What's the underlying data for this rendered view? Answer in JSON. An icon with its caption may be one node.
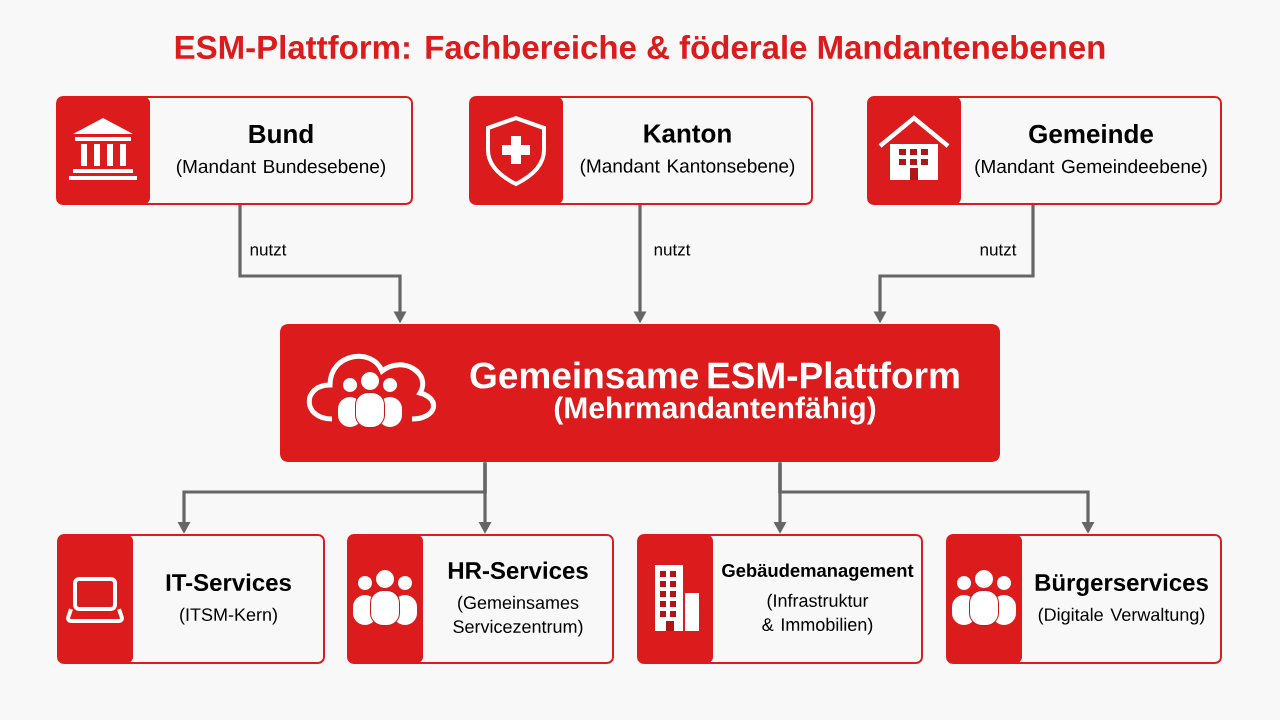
{
  "diagram": {
    "title": "ESM-Plattform: Fachbereiche & föderale Mandantenebenen",
    "nodes": [
      {
        "text": [
          "Bund",
          "(Mandant Bundesebene)"
        ]
      },
      {
        "text": [
          "Kanton",
          "(Mandant Kantonsebene)"
        ]
      },
      {
        "text": [
          "Gemeinde",
          "(Mandant Gemeindeebene)"
        ]
      },
      {
        "text": [
          "Gemeinsame ESM-Plattform",
          "(Mehrmandantenfähig)"
        ]
      },
      {
        "text": [
          "IT-Services",
          "(ITSM-Kern)"
        ]
      },
      {
        "text": [
          "HR-Services",
          "(Gemeinsames Servicezentrum)"
        ]
      },
      {
        "text": [
          "Gebäudemanagement",
          "(Infrastruktur & Immobilien)"
        ]
      },
      {
        "text": [
          "Bürgerservices",
          "(Digitale Verwaltung)"
        ]
      }
    ],
    "edges": [
      {
        "from": 0,
        "to": 3,
        "arrow": "to",
        "label": "nutzt"
      },
      {
        "from": 1,
        "to": 3,
        "arrow": "to",
        "label": "nutzt"
      },
      {
        "from": 2,
        "to": 3,
        "arrow": "to",
        "label": "nutzt"
      },
      {
        "from": 3,
        "to": 4,
        "arrow": "to"
      },
      {
        "from": 3,
        "to": 5,
        "arrow": "to"
      },
      {
        "from": 3,
        "to": 6,
        "arrow": "to"
      },
      {
        "from": 3,
        "to": 7,
        "arrow": "to"
      }
    ]
  }
}
